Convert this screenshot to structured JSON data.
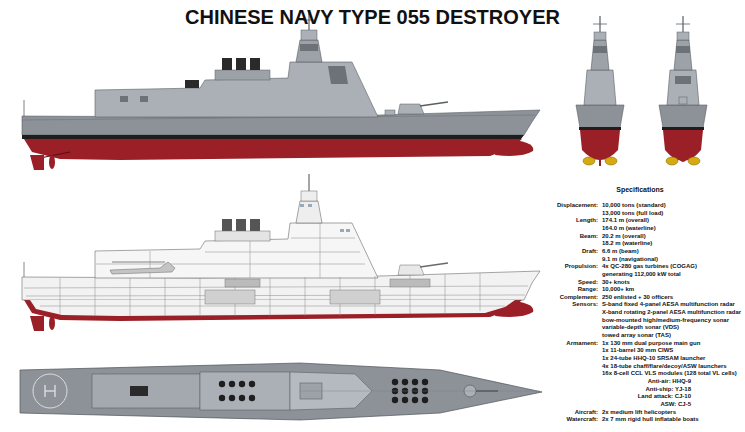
{
  "diagram": {
    "title": "CHINESE NAVY TYPE 055 DESTROYER",
    "labels": [
      "Specifications",
      "Displacement:",
      "10,000 tons (standard)",
      "13,000 tons (full load)",
      "Length:",
      "174.1 m (overall)",
      "164.0 m (waterline)",
      "Beam:",
      "20.2 m (overall)",
      "18.2 m (waterline)",
      "Draft:",
      "6.6 m (beam)",
      "9.1 m (navigational)",
      "Propulsion:",
      "4x QC-280 gas turbines (COGAG)",
      "generating 112,000 kW total",
      "Speed:",
      "30+ knots",
      "Range:",
      "10,000+ km",
      "Complement:",
      "250 enlisted + 30 officers",
      "Sensors:",
      "S-band fixed 4-panel AESA multifunction radar",
      "X-band rotating 2-panel AESA multifunction radar",
      "bow-mounted high/medium-frequency sonar",
      "variable-depth sonar (VDS)",
      "towed array sonar (TAS)",
      "Armament:",
      "1x 130 mm dual purpose main gun",
      "1x 11-barrel 30 mm CIWS",
      "1x 24-tube HHQ-10 SRSAM launcher",
      "4x 18-tube chaff/flare/decoy/ASW launchers",
      "16x 8-cell CCL VLS modules (128 total VL cells)",
      "Anti-air: HHQ-9",
      "Anti-ship: YJ-18",
      "Land attack: CJ-10",
      "ASW: CJ-5",
      "Aircraft:",
      "2x medium lift helicopters",
      "Watercraft:",
      "2x 7 mm rigid hull inflatable boats"
    ]
  }
}
